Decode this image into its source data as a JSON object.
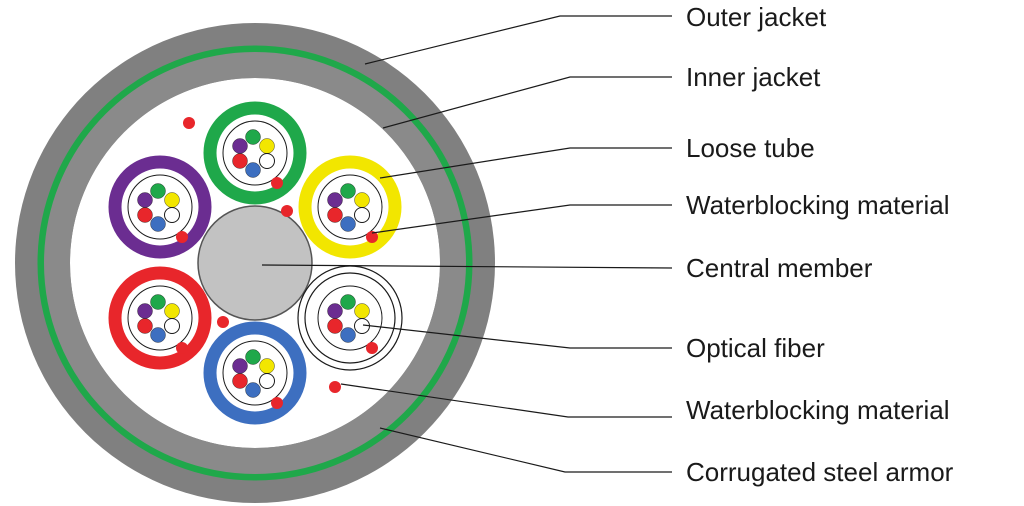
{
  "colors": {
    "outer_jacket": "#808080",
    "armor": "#1fa84a",
    "inner_jacket": "#8a8a8a",
    "core_fill": "#ffffff",
    "central_member": "#c2c2c2",
    "waterblocking": "#e8262b",
    "leader_line": "#1a1a1a"
  },
  "labels": [
    {
      "key": "outer_jacket",
      "text": "Outer jacket"
    },
    {
      "key": "inner_jacket",
      "text": "Inner jacket"
    },
    {
      "key": "loose_tube",
      "text": "Loose tube"
    },
    {
      "key": "waterblocking_1",
      "text": "Waterblocking material"
    },
    {
      "key": "central_member",
      "text": "Central member"
    },
    {
      "key": "optical_fiber",
      "text": "Optical fiber"
    },
    {
      "key": "waterblocking_2",
      "text": "Waterblocking material"
    },
    {
      "key": "armor",
      "text": "Corrugated steel armor"
    }
  ],
  "loose_tubes": [
    {
      "name": "green",
      "color": "#1fa84a"
    },
    {
      "name": "yellow",
      "color": "#f2e600"
    },
    {
      "name": "white",
      "color": "#ffffff"
    },
    {
      "name": "blue",
      "color": "#3d6fc0"
    },
    {
      "name": "red",
      "color": "#e8262b"
    },
    {
      "name": "purple",
      "color": "#6b2d91"
    }
  ],
  "fiber_colors": [
    "#1fa84a",
    "#f2e600",
    "#ffffff",
    "#3d6fc0",
    "#e8262b",
    "#6b2d91"
  ]
}
